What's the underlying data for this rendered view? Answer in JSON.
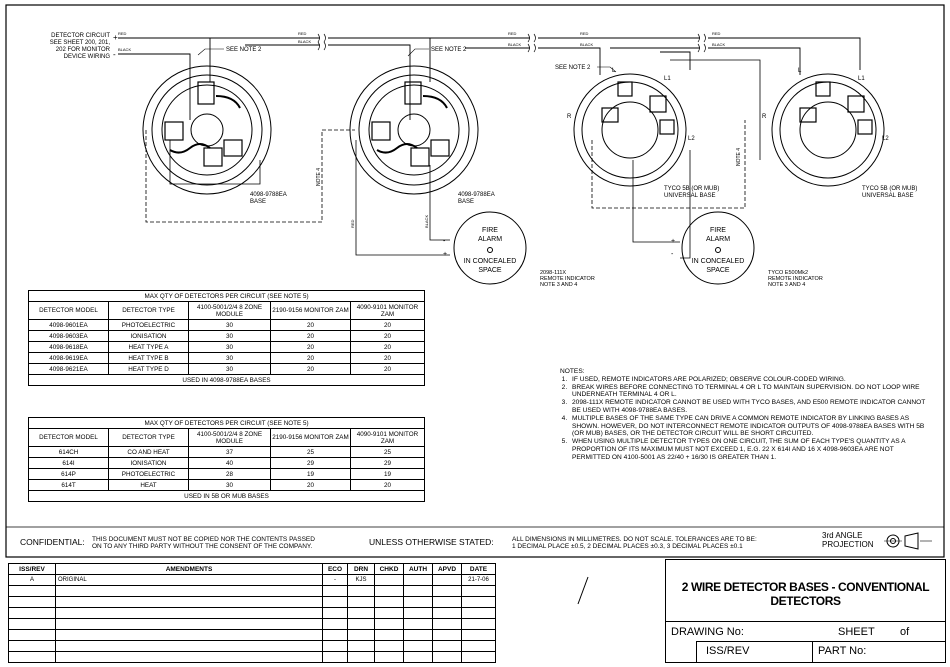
{
  "labels": {
    "detector_circuit": [
      "DETECTOR CIRCUIT",
      "SEE SHEET 200, 201,",
      "202 FOR MONITOR",
      "DEVICE WIRING"
    ],
    "plus": "+",
    "minus": "-",
    "red": "RED",
    "black": "BLACK",
    "see_note_2": "SEE NOTE 2",
    "see_note_2b": "SEE NOTE 2",
    "see_note_2c": "SEE NOTE 2",
    "note_4": "NOTE 4",
    "base_4098": [
      "4098-9788EA",
      "BASE"
    ],
    "tyco_base": [
      "TYCO 5B (OR MUB)",
      "UNIVERSAL BASE"
    ],
    "fire_alarm": [
      "FIRE",
      "ALARM",
      "IN CONCEALED",
      "SPACE"
    ],
    "ri_2098": [
      "2098-111X",
      "REMOTE INDICATOR",
      "NOTE 3 AND 4"
    ],
    "ri_tyco": [
      "TYCO E500Mk2",
      "REMOTE INDICATOR",
      "NOTE 3 AND 4"
    ],
    "l1": "L1",
    "l2": "L2",
    "l": "L",
    "r": "R"
  },
  "table1": {
    "title": "MAX QTY OF DETECTORS PER CIRCUIT (SEE NOTE 5)",
    "headers": [
      "DETECTOR MODEL",
      "DETECTOR TYPE",
      "4100-5001/2/4 8 ZONE MODULE",
      "2190-9156 MONITOR ZAM",
      "4090-9101 MONITOR ZAM"
    ],
    "rows": [
      [
        "4098-9601EA",
        "PHOTOELECTRIC",
        "30",
        "20",
        "20"
      ],
      [
        "4098-9603EA",
        "IONISATION",
        "30",
        "20",
        "20"
      ],
      [
        "4098-9618EA",
        "HEAT TYPE A",
        "30",
        "20",
        "20"
      ],
      [
        "4098-9619EA",
        "HEAT TYPE B",
        "30",
        "20",
        "20"
      ],
      [
        "4098-9621EA",
        "HEAT TYPE D",
        "30",
        "20",
        "20"
      ]
    ],
    "footer": "USED IN 4098-9788EA BASES"
  },
  "table2": {
    "title": "MAX QTY OF DETECTORS PER CIRCUIT (SEE NOTE 5)",
    "headers": [
      "DETECTOR MODEL",
      "DETECTOR TYPE",
      "4100-5001/2/4 8 ZONE MODULE",
      "2190-9156 MONITOR ZAM",
      "4090-9101 MONITOR ZAM"
    ],
    "rows": [
      [
        "614CH",
        "CO AND HEAT",
        "37",
        "25",
        "25"
      ],
      [
        "614I",
        "IONISATION",
        "40",
        "29",
        "29"
      ],
      [
        "614P",
        "PHOTOELECTRIC",
        "28",
        "19",
        "19"
      ],
      [
        "614T",
        "HEAT",
        "30",
        "20",
        "20"
      ]
    ],
    "footer": "USED IN 5B OR MUB BASES"
  },
  "notes": {
    "title": "NOTES:",
    "items": [
      "IF USED, REMOTE INDICATORS ARE POLARIZED; OBSERVE COLOUR-CODED WIRING.",
      "BREAK WIRES BEFORE CONNECTING TO TERMINAL 4 OR L TO MAINTAIN SUPERVISION. DO NOT LOOP WIRE UNDERNEATH TERMINAL 4 OR L.",
      "2098-111X REMOTE INDICATOR CANNOT BE USED WITH TYCO BASES, AND E500 REMOTE INDICATOR CANNOT BE USED WITH 4098-9788EA BASES.",
      "MULTIPLE BASES OF THE SAME TYPE CAN DRIVE A COMMON REMOTE INDICATOR BY LINKING BASES AS SHOWN. HOWEVER, DO NOT INTERCONNECT REMOTE INDICATOR OUTPUTS OF 4098-9788EA BASES WITH 5B (OR MUB) BASES, OR THE DETECTOR CIRCUIT WILL BE SHORT CIRCUITED.",
      "WHEN USING MULTIPLE DETECTOR TYPES ON ONE CIRCUIT, THE SUM OF EACH TYPE'S QUANTITY AS A PROPORTION OF ITS MAXIMUM MUST NOT EXCEED 1, E.G. 22 X 614I AND 16 X 4098-9603EA ARE NOT PERMITTED ON 4100-5001 AS 22/40 + 16/30 IS GREATER THAN 1."
    ]
  },
  "footer": {
    "confidential_label": "CONFIDENTIAL:",
    "confidential_text": [
      "THIS DOCUMENT MUST NOT BE COPIED NOR THE CONTENTS PASSED",
      "ON TO ANY THIRD PARTY WITHOUT THE CONSENT OF THE COMPANY."
    ],
    "unless_label": "UNLESS OTHERWISE STATED:",
    "unless_text": [
      "ALL DIMENSIONS IN MILLIMETRES. DO NOT SCALE. TOLERANCES ARE TO BE:",
      "1 DECIMAL PLACE ±0.5, 2 DECIMAL PLACES ±0.3, 3 DECIMAL PLACES ±0.1"
    ],
    "projection": [
      "3rd ANGLE",
      "PROJECTION"
    ]
  },
  "amendments": {
    "headers": [
      "ISS/REV",
      "AMENDMENTS",
      "ECO",
      "DRN",
      "CHKD",
      "AUTH",
      "APVD",
      "DATE"
    ],
    "rows": [
      [
        "A",
        "ORIGINAL",
        "-",
        "KJS",
        "",
        "",
        "",
        "21-7-06"
      ]
    ]
  },
  "title_block": {
    "title": "2 WIRE DETECTOR BASES - CONVENTIONAL DETECTORS",
    "drawing_no": "DRAWING No:",
    "sheet": "SHEET",
    "of": "of",
    "iss_rev": "ISS/REV",
    "part_no": "PART No:"
  }
}
